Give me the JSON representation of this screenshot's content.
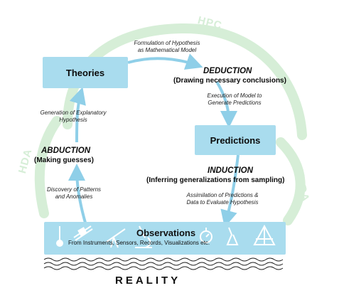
{
  "ring_labels": {
    "top": "HPC",
    "left": "HDA",
    "right": "HDA"
  },
  "boxes": {
    "theories": "Theories",
    "predictions": "Predictions"
  },
  "deduction": {
    "title": "DEDUCTION",
    "subtitle": "(Drawing necessary conclusions)"
  },
  "induction": {
    "title": "INDUCTION",
    "subtitle": "(Inferring generalizations from sampling)"
  },
  "abduction": {
    "title": "ABDUCTION",
    "subtitle": "(Making guesses)"
  },
  "notes": {
    "formulation_line1": "Formulation of Hypothesis",
    "formulation_line2": "as Mathematical Model",
    "execution_line1": "Execution of Model to",
    "execution_line2": "Generate Predictions",
    "generation_line1": "Generation of Explanatory",
    "generation_line2": "Hypothesis",
    "discovery_line1": "Discovery of Patterns",
    "discovery_line2": "and Anomalies",
    "assimilation_line1": "Assimilation of Predictions &",
    "assimilation_line2": "Data to Evaluate Hypothesis"
  },
  "observations": {
    "title": "Observations",
    "subtitle": "From Instruments, Sensors, Records, Visualizations etc."
  },
  "reality": "REALITY",
  "icons": [
    "thermometer-icon",
    "satellite-icon",
    "telescope-icon",
    "microscope-icon",
    "stopwatch-icon",
    "flask-icon",
    "pyramid-icon"
  ],
  "colors": {
    "box": "#a9dcee",
    "arrow": "#8fcfe8",
    "ring": "#d6eed7",
    "observations_band": "#a9dcee"
  }
}
